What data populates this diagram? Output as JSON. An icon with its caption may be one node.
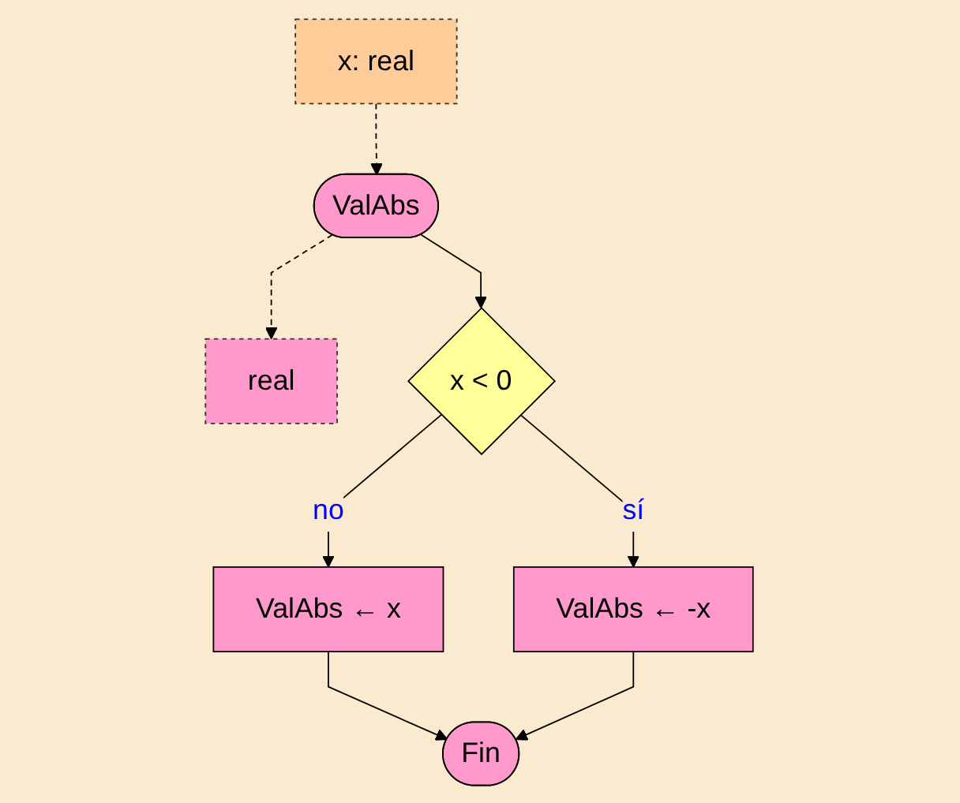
{
  "diagram": {
    "nodes": [
      {
        "text": [
          "x: real"
        ]
      },
      {
        "text": [
          "ValAbs"
        ]
      },
      {
        "text": [
          "real"
        ]
      },
      {
        "text": [
          "x < 0"
        ]
      },
      {
        "text": [
          "ValAbs ← x"
        ]
      },
      {
        "text": [
          "ValAbs ← -x"
        ]
      },
      {
        "text": [
          "Fin"
        ]
      }
    ],
    "edges": [
      {
        "from": 0,
        "to": 1,
        "arrow": "to",
        "style": "dashed"
      },
      {
        "from": 1,
        "to": 2,
        "arrow": "to",
        "style": "dashed"
      },
      {
        "from": 1,
        "to": 3,
        "arrow": "to"
      },
      {
        "from": 3,
        "to": 4,
        "label": "no",
        "arrow": "to"
      },
      {
        "from": 3,
        "to": 5,
        "label": "sí",
        "arrow": "to"
      },
      {
        "from": 4,
        "to": 6,
        "arrow": "to"
      },
      {
        "from": 5,
        "to": 6,
        "arrow": "to"
      }
    ]
  }
}
